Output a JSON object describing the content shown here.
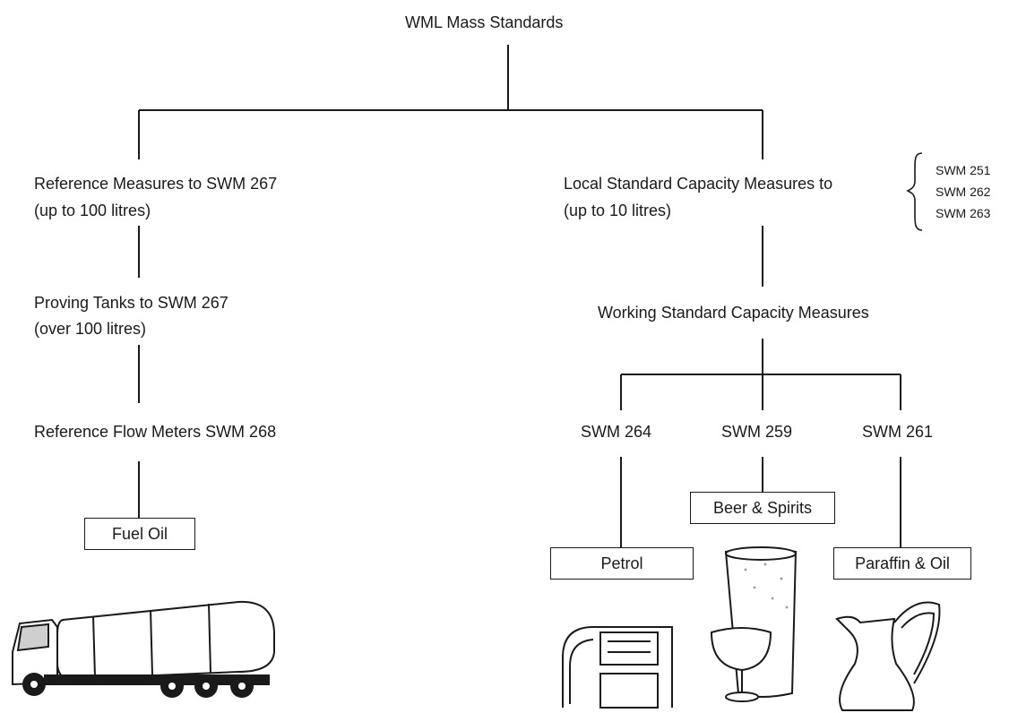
{
  "root": "WML Mass Standards",
  "left_branch": {
    "reference_measures": {
      "line1": "Reference Measures to SWM 267",
      "line2": "(up to 100 litres)"
    },
    "proving_tanks": {
      "line1": "Proving Tanks to SWM 267",
      "line2": "(over 100 litres)"
    },
    "flow_meters": "Reference Flow Meters  SWM 268",
    "box": "Fuel Oil"
  },
  "right_branch": {
    "local_standard": {
      "line1": "Local Standard Capacity Measures to",
      "line2": "(up to 10 litres)"
    },
    "local_refs": [
      "SWM 251",
      "SWM 262",
      "SWM 263"
    ],
    "working_standard": "Working Standard Capacity Measures",
    "children": [
      {
        "code": "SWM 264",
        "box": "Petrol"
      },
      {
        "code": "SWM 259",
        "box": "Beer & Spirits"
      },
      {
        "code": "SWM 261",
        "box": "Paraffin & Oil"
      }
    ]
  },
  "illustrations": [
    "tanker-truck-icon",
    "fuel-pump-icon",
    "glasses-icon",
    "jug-icon"
  ]
}
